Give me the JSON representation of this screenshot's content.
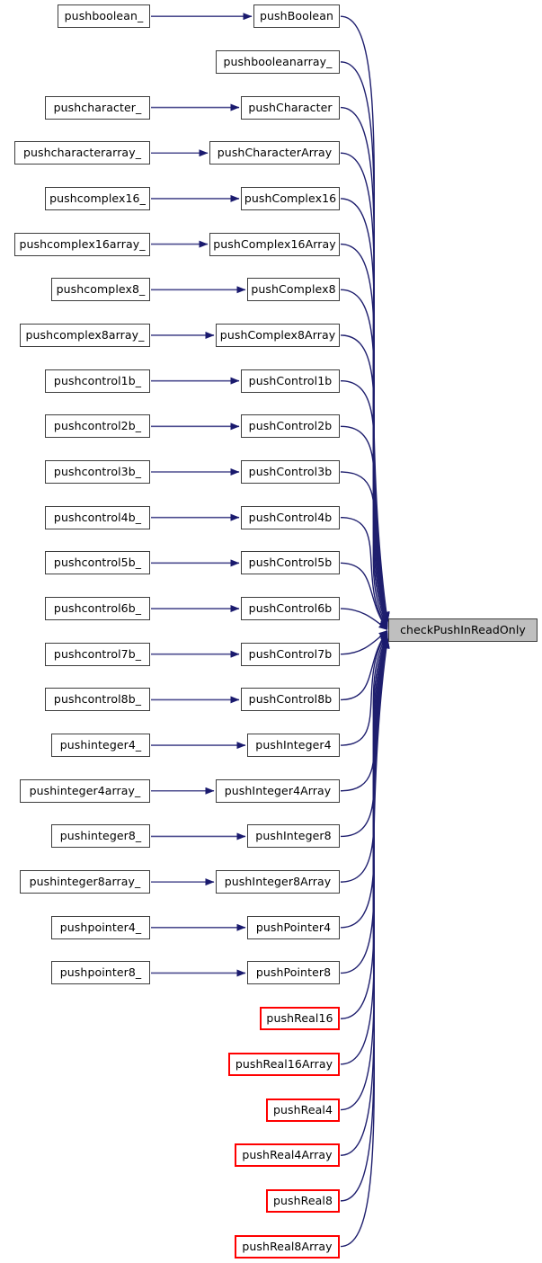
{
  "diagram": {
    "type": "caller-graph",
    "title": "",
    "target": {
      "label": "checkPushInReadOnly",
      "style": "target",
      "fill": "#bfbfbf",
      "border": "#404040"
    },
    "colors": {
      "edge_curve": "#1f1f6e",
      "edge_straight": "#4d4d8f",
      "arrowhead": "#1a1a6e",
      "node_border": "#3d3d3d",
      "node_border_highlight": "#ff0000",
      "node_fill": "#ffffff",
      "target_fill": "#bfbfbf",
      "background": "#ffffff",
      "text": "#000000"
    },
    "rows": [
      {
        "caller": "pushboolean_",
        "callee": "pushBoolean",
        "callee_style": "black"
      },
      {
        "caller": null,
        "callee": "pushbooleanarray_",
        "callee_style": "black"
      },
      {
        "caller": "pushcharacter_",
        "callee": "pushCharacter",
        "callee_style": "black"
      },
      {
        "caller": "pushcharacterarray_",
        "callee": "pushCharacterArray",
        "callee_style": "black"
      },
      {
        "caller": "pushcomplex16_",
        "callee": "pushComplex16",
        "callee_style": "black"
      },
      {
        "caller": "pushcomplex16array_",
        "callee": "pushComplex16Array",
        "callee_style": "black"
      },
      {
        "caller": "pushcomplex8_",
        "callee": "pushComplex8",
        "callee_style": "black"
      },
      {
        "caller": "pushcomplex8array_",
        "callee": "pushComplex8Array",
        "callee_style": "black"
      },
      {
        "caller": "pushcontrol1b_",
        "callee": "pushControl1b",
        "callee_style": "black"
      },
      {
        "caller": "pushcontrol2b_",
        "callee": "pushControl2b",
        "callee_style": "black"
      },
      {
        "caller": "pushcontrol3b_",
        "callee": "pushControl3b",
        "callee_style": "black"
      },
      {
        "caller": "pushcontrol4b_",
        "callee": "pushControl4b",
        "callee_style": "black"
      },
      {
        "caller": "pushcontrol5b_",
        "callee": "pushControl5b",
        "callee_style": "black"
      },
      {
        "caller": "pushcontrol6b_",
        "callee": "pushControl6b",
        "callee_style": "black"
      },
      {
        "caller": "pushcontrol7b_",
        "callee": "pushControl7b",
        "callee_style": "black"
      },
      {
        "caller": "pushcontrol8b_",
        "callee": "pushControl8b",
        "callee_style": "black"
      },
      {
        "caller": "pushinteger4_",
        "callee": "pushInteger4",
        "callee_style": "black"
      },
      {
        "caller": "pushinteger4array_",
        "callee": "pushInteger4Array",
        "callee_style": "black"
      },
      {
        "caller": "pushinteger8_",
        "callee": "pushInteger8",
        "callee_style": "black"
      },
      {
        "caller": "pushinteger8array_",
        "callee": "pushInteger8Array",
        "callee_style": "black"
      },
      {
        "caller": "pushpointer4_",
        "callee": "pushPointer4",
        "callee_style": "black"
      },
      {
        "caller": "pushpointer8_",
        "callee": "pushPointer8",
        "callee_style": "black"
      },
      {
        "caller": null,
        "callee": "pushReal16",
        "callee_style": "red"
      },
      {
        "caller": null,
        "callee": "pushReal16Array",
        "callee_style": "red"
      },
      {
        "caller": null,
        "callee": "pushReal4",
        "callee_style": "red"
      },
      {
        "caller": null,
        "callee": "pushReal4Array",
        "callee_style": "red"
      },
      {
        "caller": null,
        "callee": "pushReal8",
        "callee_style": "red"
      },
      {
        "caller": null,
        "callee": "pushReal8Array",
        "callee_style": "red"
      }
    ]
  }
}
